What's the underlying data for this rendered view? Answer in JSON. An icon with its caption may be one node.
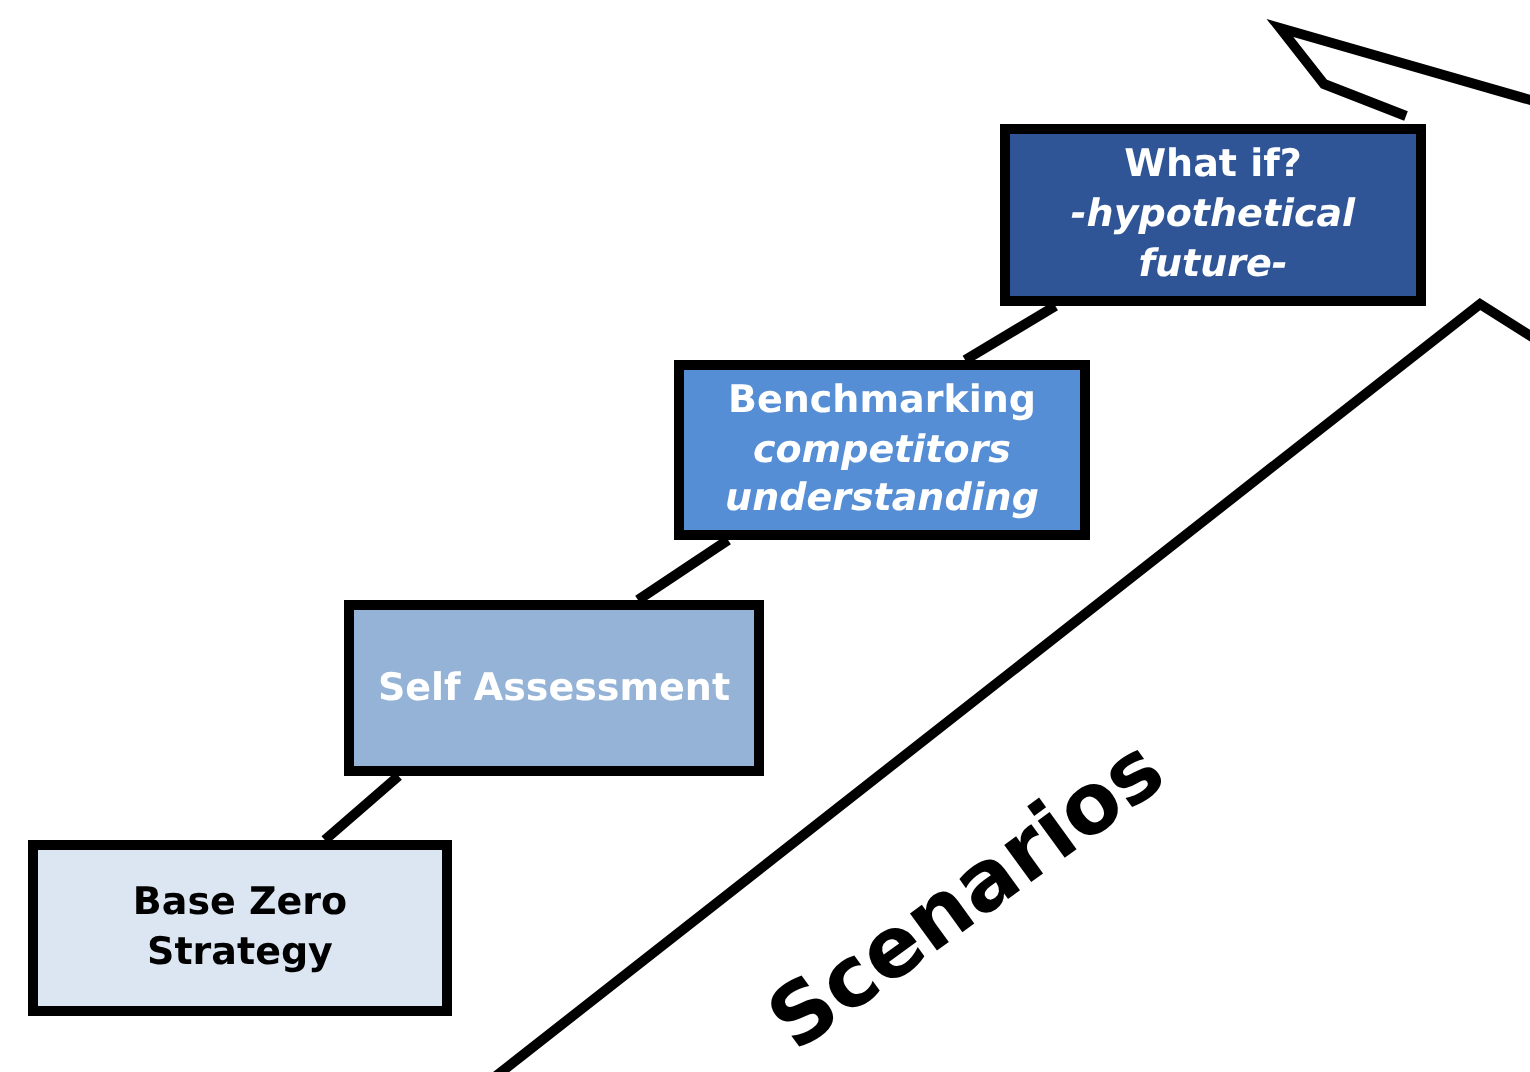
{
  "diagram": {
    "nodes": [
      {
        "text": [
          "Base Zero Strategy"
        ]
      },
      {
        "text": [
          "Self Assessment"
        ]
      },
      {
        "text": [
          "Benchmarking",
          "competitors understanding"
        ]
      },
      {
        "text": [
          "What if?",
          "-hypothetical future-"
        ]
      }
    ],
    "edges": [
      {
        "from": 0,
        "to": 1,
        "arrow": "none"
      },
      {
        "from": 1,
        "to": 2,
        "arrow": "none"
      },
      {
        "from": 2,
        "to": 3,
        "arrow": "none"
      }
    ],
    "labels": [
      "Scenarios"
    ]
  }
}
